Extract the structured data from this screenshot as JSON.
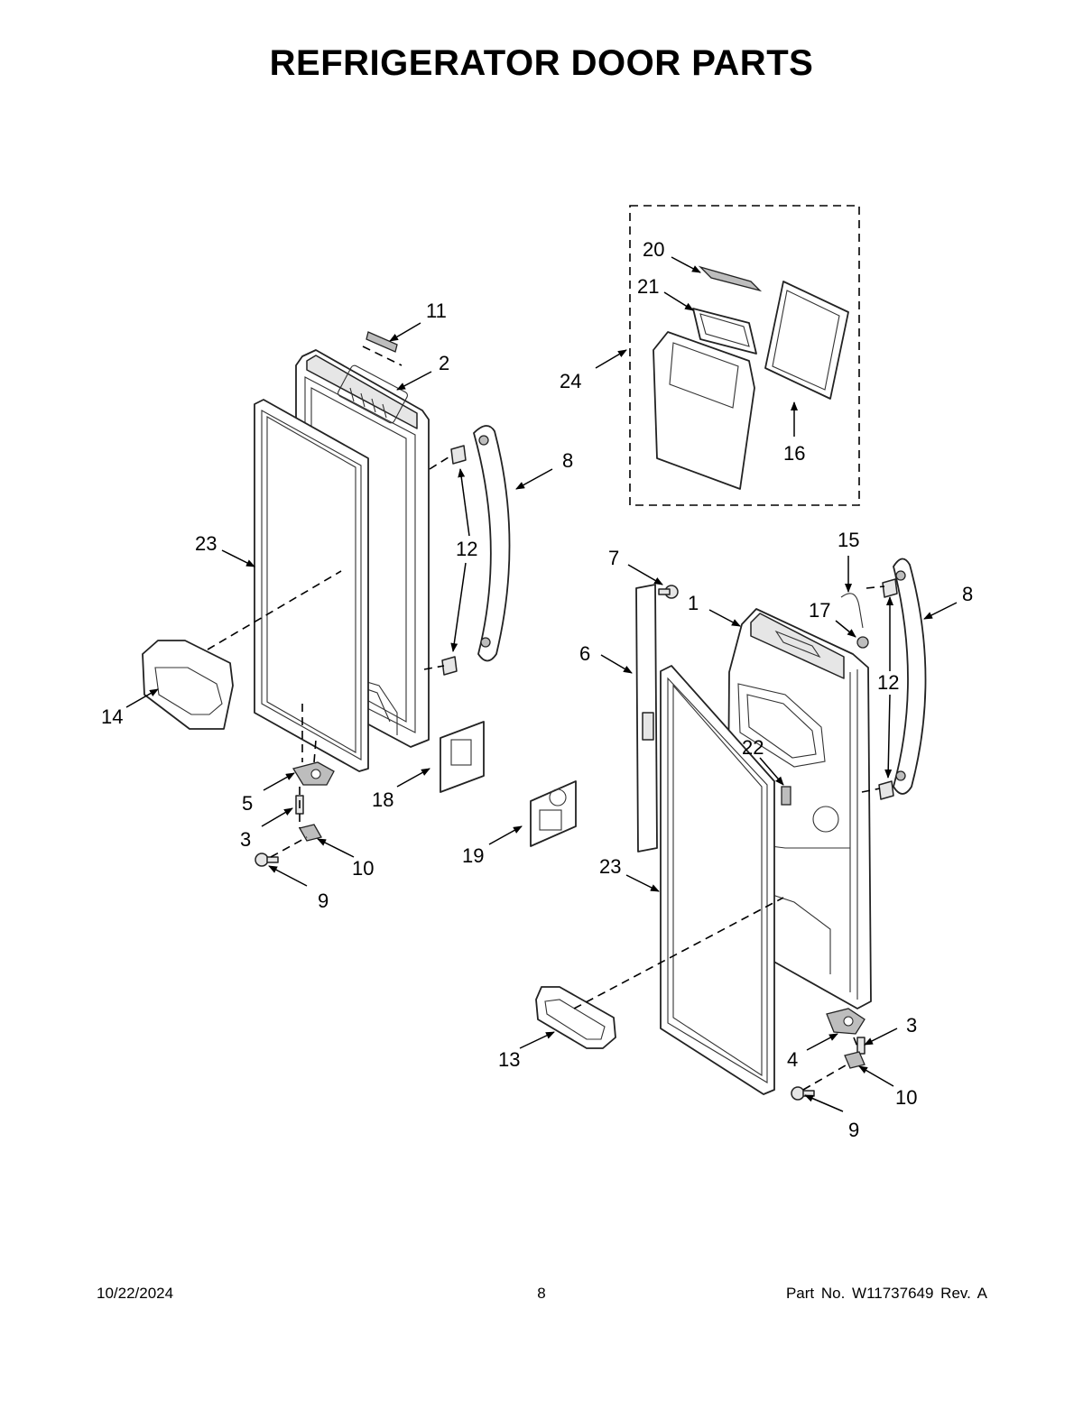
{
  "title": "REFRIGERATOR DOOR PARTS",
  "callouts": {
    "c1": "1",
    "c2": "2",
    "c3a": "3",
    "c3b": "3",
    "c4": "4",
    "c5": "5",
    "c6": "6",
    "c7": "7",
    "c8a": "8",
    "c8b": "8",
    "c9a": "9",
    "c9b": "9",
    "c10a": "10",
    "c10b": "10",
    "c11": "11",
    "c12a": "12",
    "c12b": "12",
    "c13": "13",
    "c14": "14",
    "c15": "15",
    "c16": "16",
    "c17": "17",
    "c18": "18",
    "c19": "19",
    "c20": "20",
    "c21": "21",
    "c22": "22",
    "c23a": "23",
    "c23b": "23",
    "c24": "24"
  },
  "footer": {
    "date": "10/22/2024",
    "page": "8",
    "part_number": "Part No.  W11737649  Rev.  A"
  }
}
